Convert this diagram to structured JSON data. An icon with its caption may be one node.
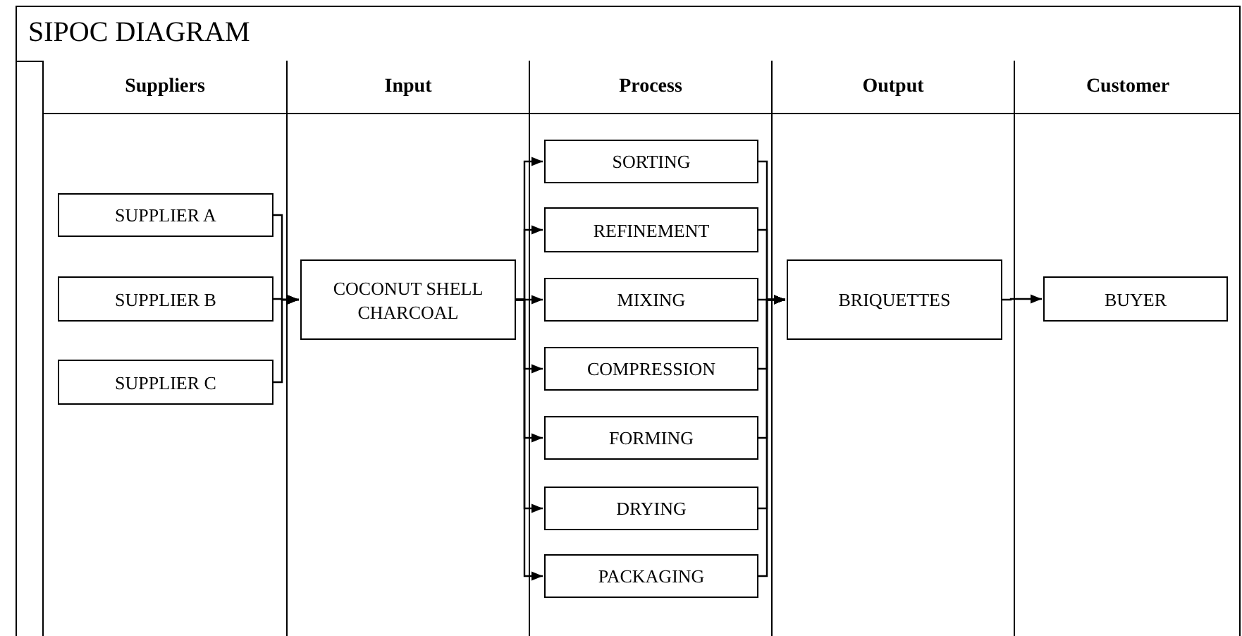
{
  "diagram": {
    "title": "SIPOC DIAGRAM",
    "nodes": [
      {
        "text": [
          "Suppliers"
        ]
      },
      {
        "text": [
          "Input"
        ]
      },
      {
        "text": [
          "Process"
        ]
      },
      {
        "text": [
          "Output"
        ]
      },
      {
        "text": [
          "Customer"
        ]
      },
      {
        "text": [
          "SUPPLIER A"
        ],
        "in": 0
      },
      {
        "text": [
          "SUPPLIER B"
        ],
        "in": 0
      },
      {
        "text": [
          "SUPPLIER C"
        ],
        "in": 0
      },
      {
        "text": [
          "COCONUT SHELL CHARCOAL"
        ],
        "in": 1
      },
      {
        "text": [
          "SORTING"
        ],
        "in": 2
      },
      {
        "text": [
          "REFINEMENT"
        ],
        "in": 2
      },
      {
        "text": [
          "MIXING"
        ],
        "in": 2
      },
      {
        "text": [
          "COMPRESSION"
        ],
        "in": 2
      },
      {
        "text": [
          "FORMING"
        ],
        "in": 2
      },
      {
        "text": [
          "DRYING"
        ],
        "in": 2
      },
      {
        "text": [
          "PACKAGING"
        ],
        "in": 2
      },
      {
        "text": [
          "BRIQUETTES"
        ],
        "in": 3
      },
      {
        "text": [
          "BUYER"
        ],
        "in": 4
      }
    ],
    "edges": [
      {
        "from": 5,
        "to": 8,
        "arrow": "to"
      },
      {
        "from": 6,
        "to": 8,
        "arrow": "to"
      },
      {
        "from": 7,
        "to": 8,
        "arrow": "to"
      },
      {
        "from": 8,
        "to": 9,
        "arrow": "to"
      },
      {
        "from": 8,
        "to": 10,
        "arrow": "to"
      },
      {
        "from": 8,
        "to": 11,
        "arrow": "to"
      },
      {
        "from": 8,
        "to": 12,
        "arrow": "to"
      },
      {
        "from": 8,
        "to": 13,
        "arrow": "to"
      },
      {
        "from": 8,
        "to": 14,
        "arrow": "to"
      },
      {
        "from": 8,
        "to": 15,
        "arrow": "to"
      },
      {
        "from": 9,
        "to": 16,
        "arrow": "to"
      },
      {
        "from": 10,
        "to": 16,
        "arrow": "to"
      },
      {
        "from": 11,
        "to": 16,
        "arrow": "to"
      },
      {
        "from": 12,
        "to": 16,
        "arrow": "to"
      },
      {
        "from": 13,
        "to": 16,
        "arrow": "to"
      },
      {
        "from": 14,
        "to": 16,
        "arrow": "to"
      },
      {
        "from": 15,
        "to": 16,
        "arrow": "to"
      },
      {
        "from": 16,
        "to": 17,
        "arrow": "to"
      }
    ]
  }
}
